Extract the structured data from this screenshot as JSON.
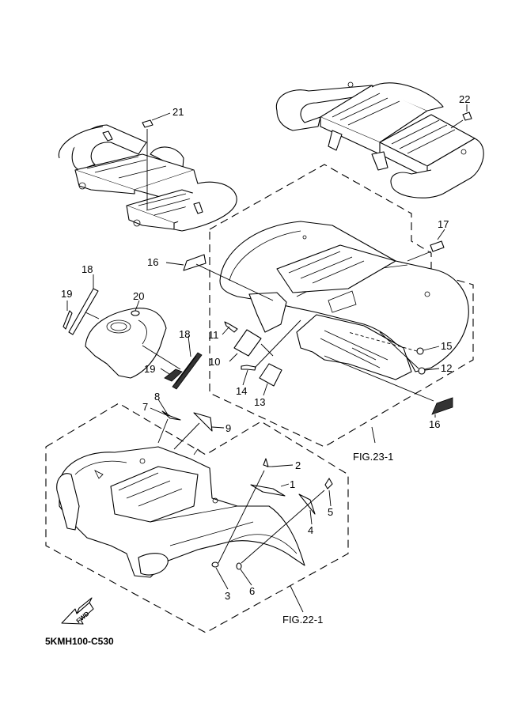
{
  "diagram": {
    "code": "5KMH100-C530",
    "fwd_label": "FWD",
    "figure_refs": {
      "rear": "FIG.23-1",
      "front": "FIG.22-1"
    },
    "callouts": [
      {
        "id": "1",
        "label": "1"
      },
      {
        "id": "2",
        "label": "2"
      },
      {
        "id": "3",
        "label": "3"
      },
      {
        "id": "4",
        "label": "4"
      },
      {
        "id": "5",
        "label": "5"
      },
      {
        "id": "6",
        "label": "6"
      },
      {
        "id": "7",
        "label": "7"
      },
      {
        "id": "8",
        "label": "8"
      },
      {
        "id": "9",
        "label": "9"
      },
      {
        "id": "10",
        "label": "10"
      },
      {
        "id": "11",
        "label": "11"
      },
      {
        "id": "12",
        "label": "12"
      },
      {
        "id": "13",
        "label": "13"
      },
      {
        "id": "14",
        "label": "14"
      },
      {
        "id": "15",
        "label": "15"
      },
      {
        "id": "16a",
        "label": "16"
      },
      {
        "id": "16b",
        "label": "16"
      },
      {
        "id": "17",
        "label": "17"
      },
      {
        "id": "18a",
        "label": "18"
      },
      {
        "id": "18b",
        "label": "18"
      },
      {
        "id": "19a",
        "label": "19"
      },
      {
        "id": "19b",
        "label": "19"
      },
      {
        "id": "20",
        "label": "20"
      },
      {
        "id": "21",
        "label": "21"
      },
      {
        "id": "22",
        "label": "22"
      }
    ]
  }
}
